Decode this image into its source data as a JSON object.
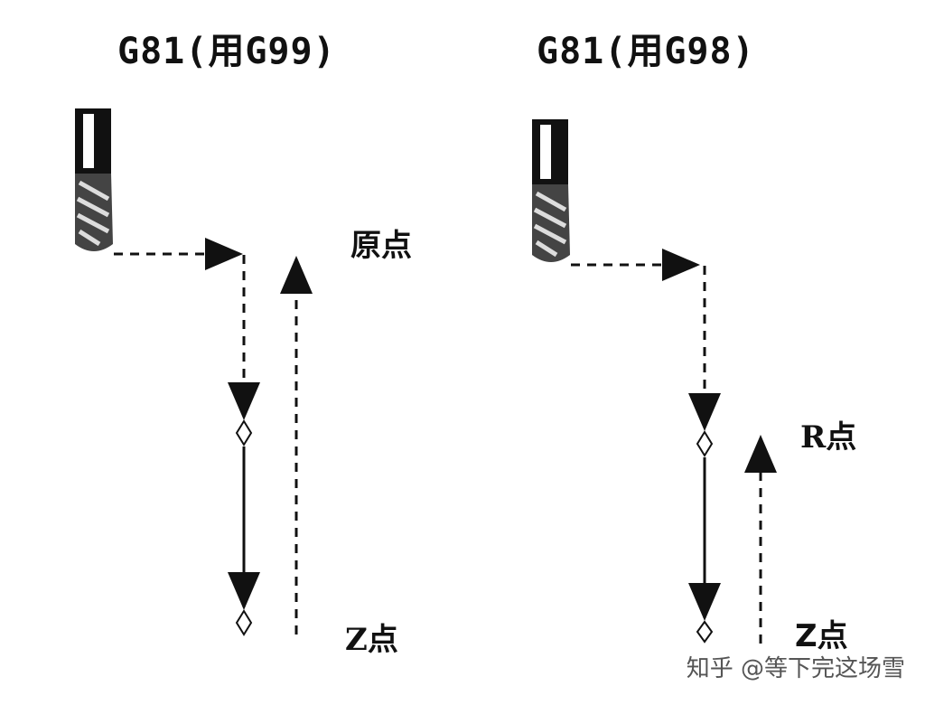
{
  "left": {
    "title": "G81(用G99)",
    "label_origin": "原点",
    "label_z": "Z点"
  },
  "right": {
    "title": "G81(用G98)",
    "label_r": "R点",
    "label_z": "Z点"
  },
  "watermark": "知乎 @等下完这场雪",
  "colors": {
    "ink": "#111111",
    "watermark": "#555555"
  }
}
